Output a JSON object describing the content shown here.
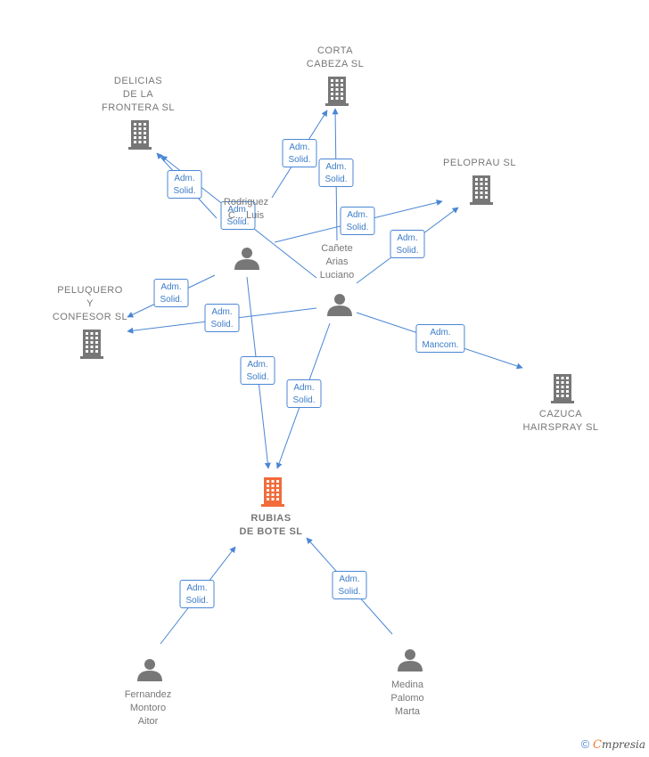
{
  "colors": {
    "edge": "#4a86d4",
    "node": "#777777",
    "focus": "#f26b3a"
  },
  "nodes": [
    {
      "id": "rubias",
      "type": "company",
      "focus": true,
      "label": "RUBIAS\nDE BOTE  SL"
    },
    {
      "id": "delicias",
      "type": "company",
      "label": "DELICIAS\nDE LA\nFRONTERA  SL"
    },
    {
      "id": "corta",
      "type": "company",
      "label": "CORTA\nCABEZA SL"
    },
    {
      "id": "pelo",
      "type": "company",
      "label": "PELOPRAU  SL"
    },
    {
      "id": "peluquero",
      "type": "company",
      "label": "PELUQUERO\nY\nCONFESOR  SL"
    },
    {
      "id": "cazuca",
      "type": "company",
      "label": "CAZUCA\nHAIRSPRAY SL"
    },
    {
      "id": "rodriguez",
      "type": "person",
      "label": "Rodriguez\nC... Luis"
    },
    {
      "id": "canete",
      "type": "person",
      "label": "Cañete\nArias\nLuciano"
    },
    {
      "id": "fernandez",
      "type": "person",
      "label": "Fernandez\nMontoro\nAitor"
    },
    {
      "id": "medina",
      "type": "person",
      "label": "Medina\nPalomo\nMarta"
    }
  ],
  "edges": [
    {
      "from": "rodriguez",
      "to": "delicias",
      "label": "Adm.\nSolid."
    },
    {
      "from": "rodriguez",
      "to": "corta",
      "label": "Adm.\nSolid."
    },
    {
      "from": "rodriguez",
      "to": "pelo",
      "label": "Adm.\nSolid."
    },
    {
      "from": "rodriguez",
      "to": "peluquero",
      "label": "Adm.\nSolid."
    },
    {
      "from": "rodriguez",
      "to": "rubias",
      "label": "Adm.\nSolid."
    },
    {
      "from": "canete",
      "to": "delicias",
      "label": "Adm.\nSolid."
    },
    {
      "from": "canete",
      "to": "corta",
      "label": "Adm.\nSolid."
    },
    {
      "from": "canete",
      "to": "pelo",
      "label": "Adm.\nSolid."
    },
    {
      "from": "canete",
      "to": "peluquero",
      "label": "Adm.\nSolid."
    },
    {
      "from": "canete",
      "to": "cazuca",
      "label": "Adm.\nMancom."
    },
    {
      "from": "canete",
      "to": "rubias",
      "label": "Adm.\nSolid."
    },
    {
      "from": "fernandez",
      "to": "rubias",
      "label": "Adm.\nSolid."
    },
    {
      "from": "medina",
      "to": "rubias",
      "label": "Adm.\nSolid."
    }
  ],
  "footer": {
    "copyright": "©",
    "brand_initial": "C",
    "brand_rest": "mpresia"
  }
}
